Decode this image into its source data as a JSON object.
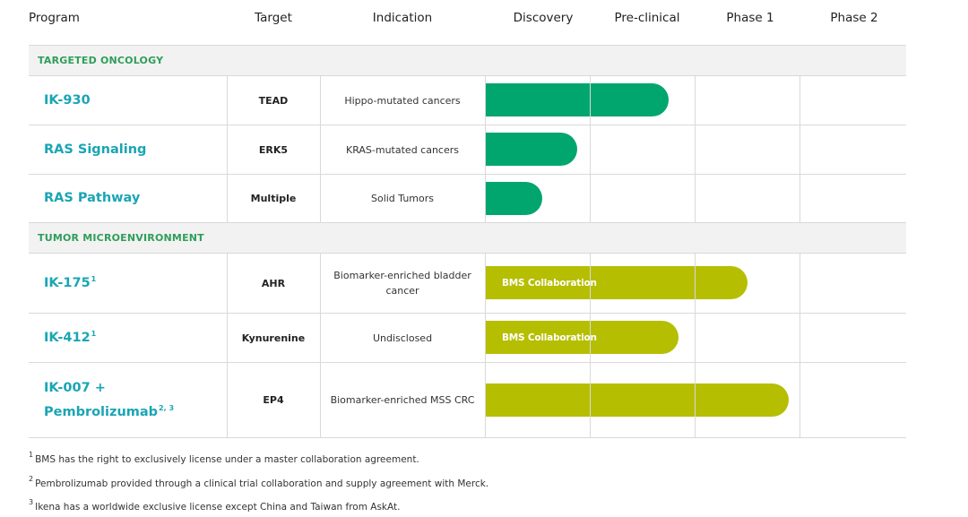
{
  "header": {
    "program": "Program",
    "target": "Target",
    "indication": "Indication",
    "stages": [
      "Discovery",
      "Pre-clinical",
      "Phase 1",
      "Phase 2"
    ]
  },
  "sections": [
    {
      "title": "TARGETED ONCOLOGY",
      "rows": [
        {
          "program": "IK-930",
          "sup": "",
          "target": "TEAD",
          "indication": "Hippo-mutated cancers",
          "bar_label": "",
          "bar_color": "#00a66e",
          "progress_stage": 1.75
        },
        {
          "program": "RAS Signaling",
          "sup": "",
          "target": "ERK5",
          "indication": "KRAS-mutated cancers",
          "bar_label": "",
          "bar_color": "#00a66e",
          "progress_stage": 0.88
        },
        {
          "program": "RAS Pathway",
          "sup": "",
          "target": "Multiple",
          "indication": "Solid Tumors",
          "bar_label": "",
          "bar_color": "#00a66e",
          "progress_stage": 0.55
        }
      ]
    },
    {
      "title": "TUMOR MICROENVIRONMENT",
      "rows": [
        {
          "program": "IK-175",
          "sup": "1",
          "target": "AHR",
          "indication": "Biomarker-enriched bladder cancer",
          "bar_label": "BMS Collaboration",
          "bar_color": "#b5be00",
          "progress_stage": 2.5
        },
        {
          "program": "IK-412",
          "sup": "1",
          "target": "Kynurenine",
          "indication": "Undisclosed",
          "bar_label": "BMS Collaboration",
          "bar_color": "#b5be00",
          "progress_stage": 1.85
        },
        {
          "program": "IK-007 +",
          "program_line2": "Pembrolizumab",
          "sup": "2, 3",
          "target": "EP4",
          "indication": "Biomarker-enriched MSS CRC",
          "bar_label": "",
          "bar_color": "#b5be00",
          "progress_stage": 2.9
        }
      ]
    }
  ],
  "footnotes": [
    {
      "num": "1",
      "text": "BMS has the right to exclusively license under a master collaboration agreement."
    },
    {
      "num": "2",
      "text": "Pembrolizumab provided through a clinical trial collaboration and supply agreement with Merck."
    },
    {
      "num": "3",
      "text": "Ikena has a worldwide exclusive license except China and Taiwan from AskAt."
    }
  ]
}
